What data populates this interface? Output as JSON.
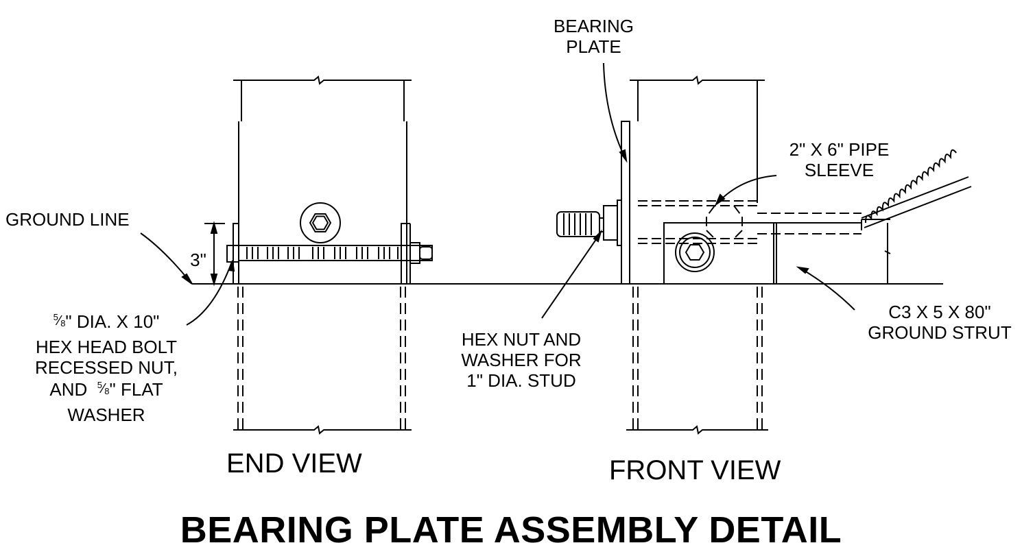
{
  "labels": {
    "bearing_plate": [
      "BEARING",
      "PLATE"
    ],
    "pipe_sleeve": [
      "2\" X 6\" PIPE",
      "SLEEVE"
    ],
    "ground_line": "GROUND LINE",
    "dim_3in": "3\"",
    "bolt_line1_rest": "\" DIA. X 10\"",
    "bolt_line2": "HEX HEAD BOLT",
    "bolt_line3": "RECESSED NUT,",
    "bolt_line4_pre": "AND ",
    "bolt_line4_rest": "\" FLAT",
    "bolt_line5": "WASHER",
    "fraction_num": "5",
    "fraction_den": "8",
    "hex_nut": [
      "HEX NUT AND",
      "WASHER FOR",
      "1\" DIA. STUD"
    ],
    "ground_strut": [
      "C3 X 5 X 80\"",
      "GROUND STRUT"
    ]
  },
  "views": {
    "end": "END VIEW",
    "front": "FRONT VIEW"
  },
  "title": "BEARING PLATE ASSEMBLY DETAIL"
}
